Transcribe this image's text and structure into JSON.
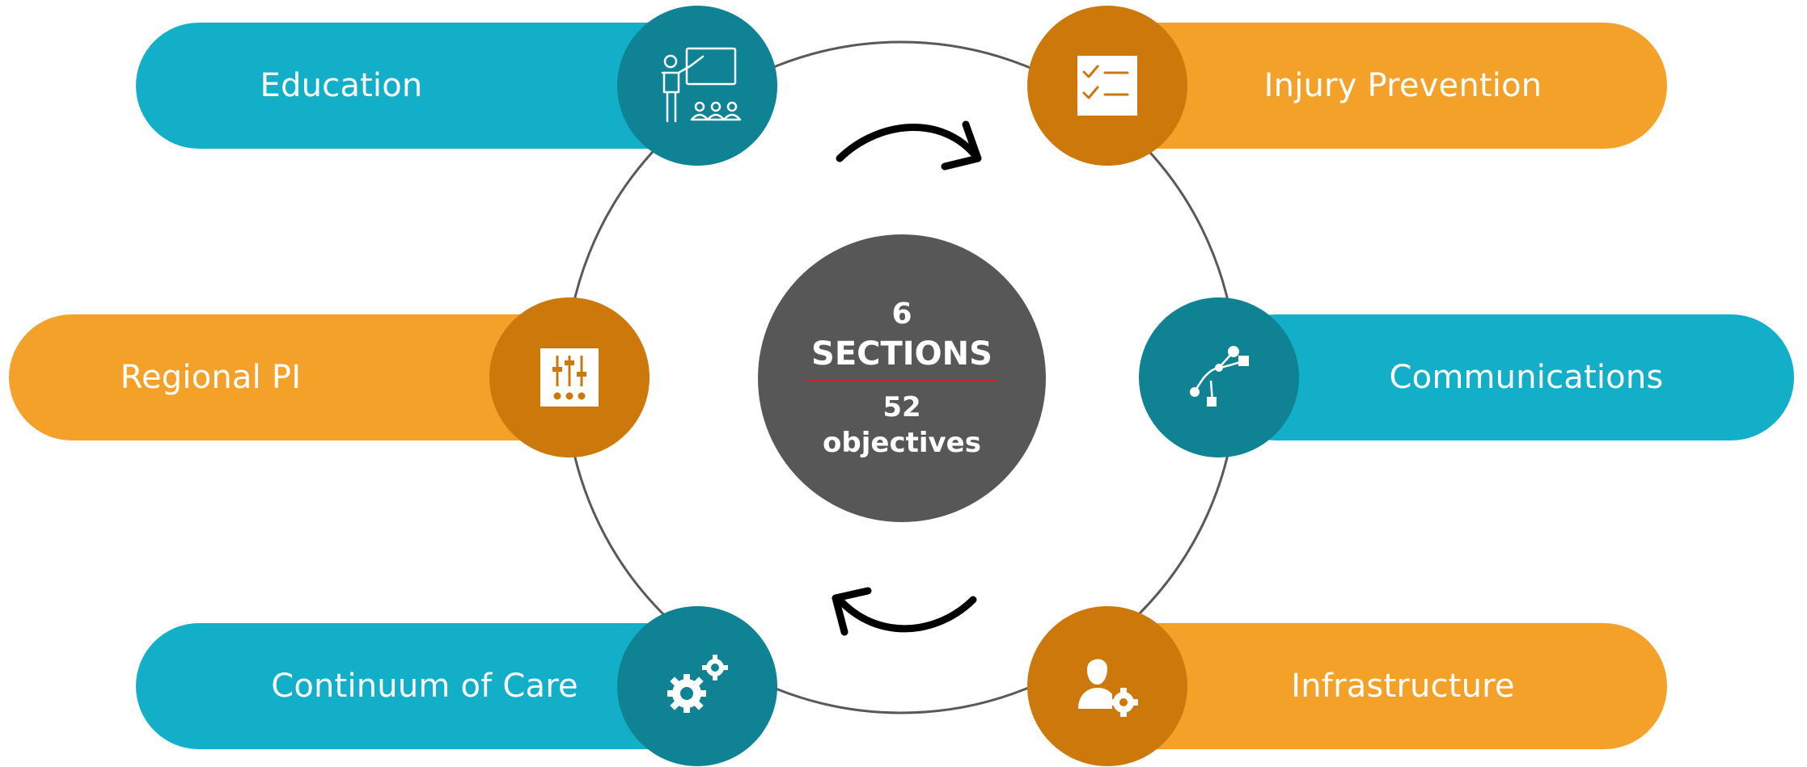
{
  "colors": {
    "blue": "#13afc8",
    "blue_dark": "#0f8394",
    "orange": "#f4a12a",
    "orange_dark": "#cc780b",
    "center": "#575757",
    "divider": "#c0272d"
  },
  "center": {
    "count": "6",
    "label": "SECTIONS",
    "objectives_count": "52",
    "objectives_label": "objectives"
  },
  "sections": {
    "education": {
      "label": "Education",
      "icon": "teacher-presentation-icon"
    },
    "injury_prevention": {
      "label": "Injury Prevention",
      "icon": "checklist-icon"
    },
    "regional_pi": {
      "label": "Regional PI",
      "icon": "sliders-icon"
    },
    "communications": {
      "label": "Communications",
      "icon": "network-nodes-icon"
    },
    "continuum_of_care": {
      "label": "Continuum of Care",
      "icon": "gears-icon"
    },
    "infrastructure": {
      "label": "Infrastructure",
      "icon": "user-gear-icon"
    }
  },
  "arrows": [
    "clockwise-arrow-top",
    "clockwise-arrow-bottom"
  ]
}
